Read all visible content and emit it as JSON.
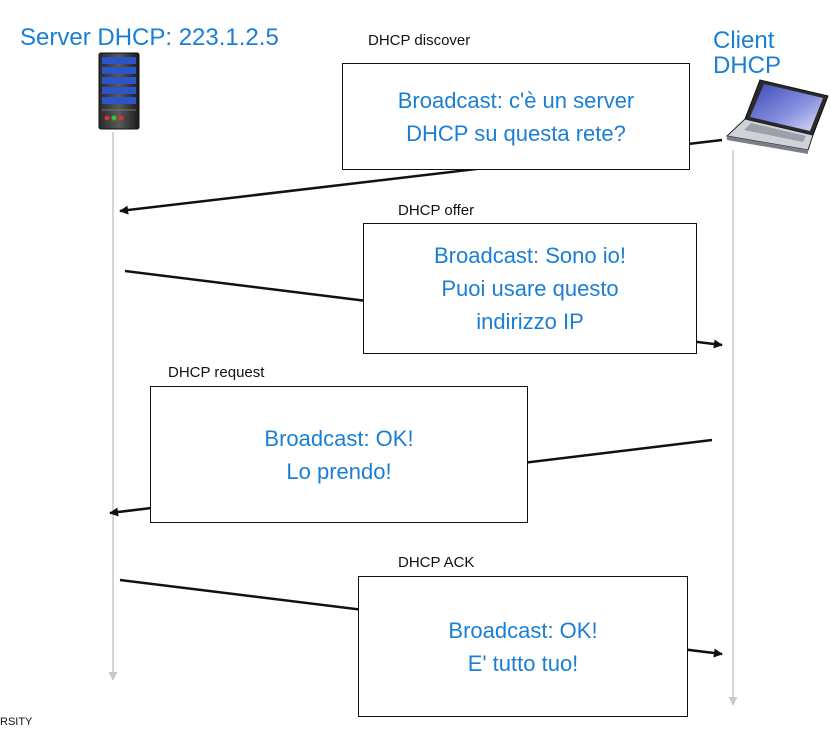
{
  "server": {
    "title": "Server DHCP: 223.1.2.5"
  },
  "client": {
    "title_line1": "Client",
    "title_line2": "DHCP"
  },
  "messages": [
    {
      "label": "DHCP discover",
      "lines": [
        "Broadcast: c'è un server",
        "DHCP su questa rete?"
      ]
    },
    {
      "label": "DHCP offer",
      "lines": [
        "Broadcast: Sono io!",
        "Puoi usare questo",
        "indirizzo IP"
      ]
    },
    {
      "label": "DHCP request",
      "lines": [
        "Broadcast: OK!",
        "Lo prendo!"
      ]
    },
    {
      "label": "DHCP ACK",
      "lines": [
        "Broadcast: OK!",
        "E' tutto tuo!"
      ]
    }
  ],
  "footer": {
    "text": "RSITY"
  },
  "colors": {
    "accent": "#1a7fd4",
    "line": "#111111",
    "timeline": "#c8c8c8"
  },
  "icons": {
    "server": "server-tower-icon",
    "client": "laptop-icon"
  }
}
